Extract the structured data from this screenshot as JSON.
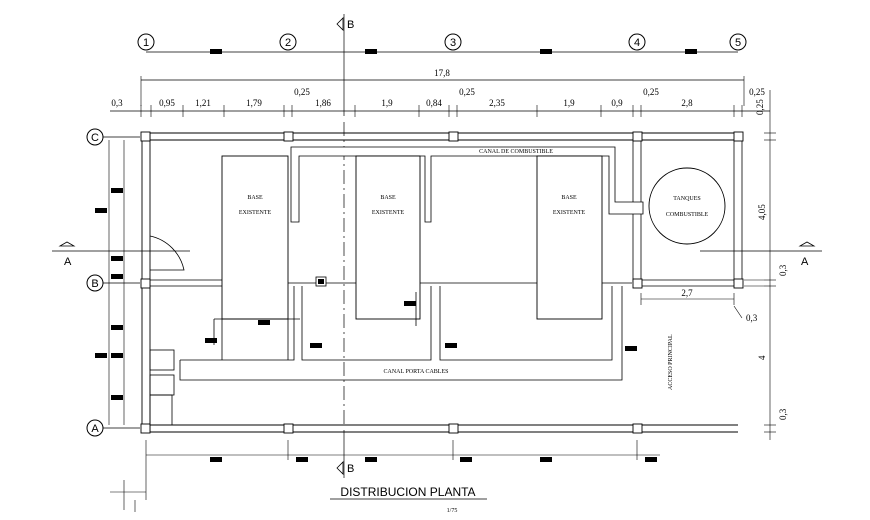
{
  "drawing": {
    "title": "DISTRIBUCION PLANTA",
    "scale": "1/75"
  },
  "grid_axes": {
    "columns": [
      "1",
      "2",
      "3",
      "4",
      "5"
    ],
    "rows": [
      "C",
      "B",
      "A"
    ]
  },
  "sections": {
    "cut_b": "B",
    "cut_a": "A"
  },
  "dimensions": {
    "overall": "17,8",
    "top_chain": [
      "0,3",
      "0,95",
      "1,21",
      "1,79",
      "0,25",
      "1,86",
      "1,9",
      "0,84",
      "0,25",
      "2,35",
      "1,9",
      "0,9",
      "0,25",
      "2,8",
      "0,25"
    ],
    "right_chain": [
      "0,25",
      "4,05",
      "0,3",
      "4",
      "0,3"
    ],
    "tank_width": "2,7",
    "tank_post": "0,3"
  },
  "labels": {
    "fuel_channel": "CANAL DE COMBUSTIBLE",
    "cable_channel": "CANAL PORTA CABLES",
    "base_1_a": "BASE",
    "base_1_b": "EXISTENTE",
    "base_2_a": "BASE",
    "base_2_b": "EXISTENTE",
    "base_3_a": "BASE",
    "base_3_b": "EXISTENTE",
    "tank_a": "TANQUES",
    "tank_b": "COMBUSTIBLE",
    "main_access": "ACCESO PRINCIPAL"
  }
}
